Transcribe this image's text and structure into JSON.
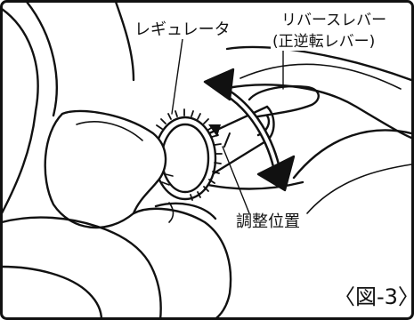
{
  "labels": {
    "regulator": "レギュレータ",
    "reverse_lever_line1": "リバースレバー",
    "reverse_lever_line2": "(正逆転レバー)",
    "adjust_position": "調整位置",
    "figure_number": "〈図-3〉"
  },
  "colors": {
    "ink": "#111111",
    "background": "#ffffff",
    "shade": "#eeeeee"
  }
}
